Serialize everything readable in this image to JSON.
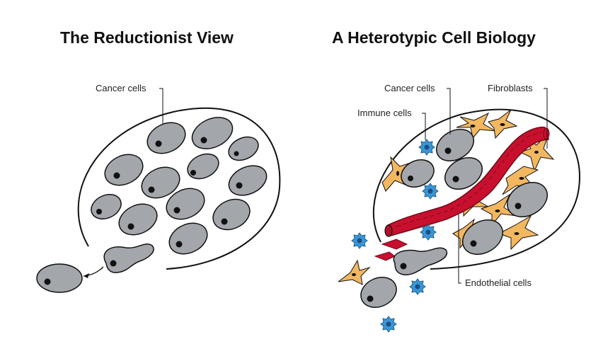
{
  "panels": {
    "left": {
      "title": "The Reductionist View",
      "labels": {
        "cancer": "Cancer cells"
      }
    },
    "right": {
      "title": "A Heterotypic Cell Biology",
      "labels": {
        "cancer": "Cancer cells",
        "fibroblasts": "Fibroblasts",
        "immune": "Immune cells",
        "endothelial": "Endothelial cells"
      }
    }
  },
  "colors": {
    "cancer_cell": "#a3a6ab",
    "fibroblast": "#f3b760",
    "immune_cell": "#3a96d6",
    "vessel": "#c8102e",
    "outline": "#111111"
  }
}
